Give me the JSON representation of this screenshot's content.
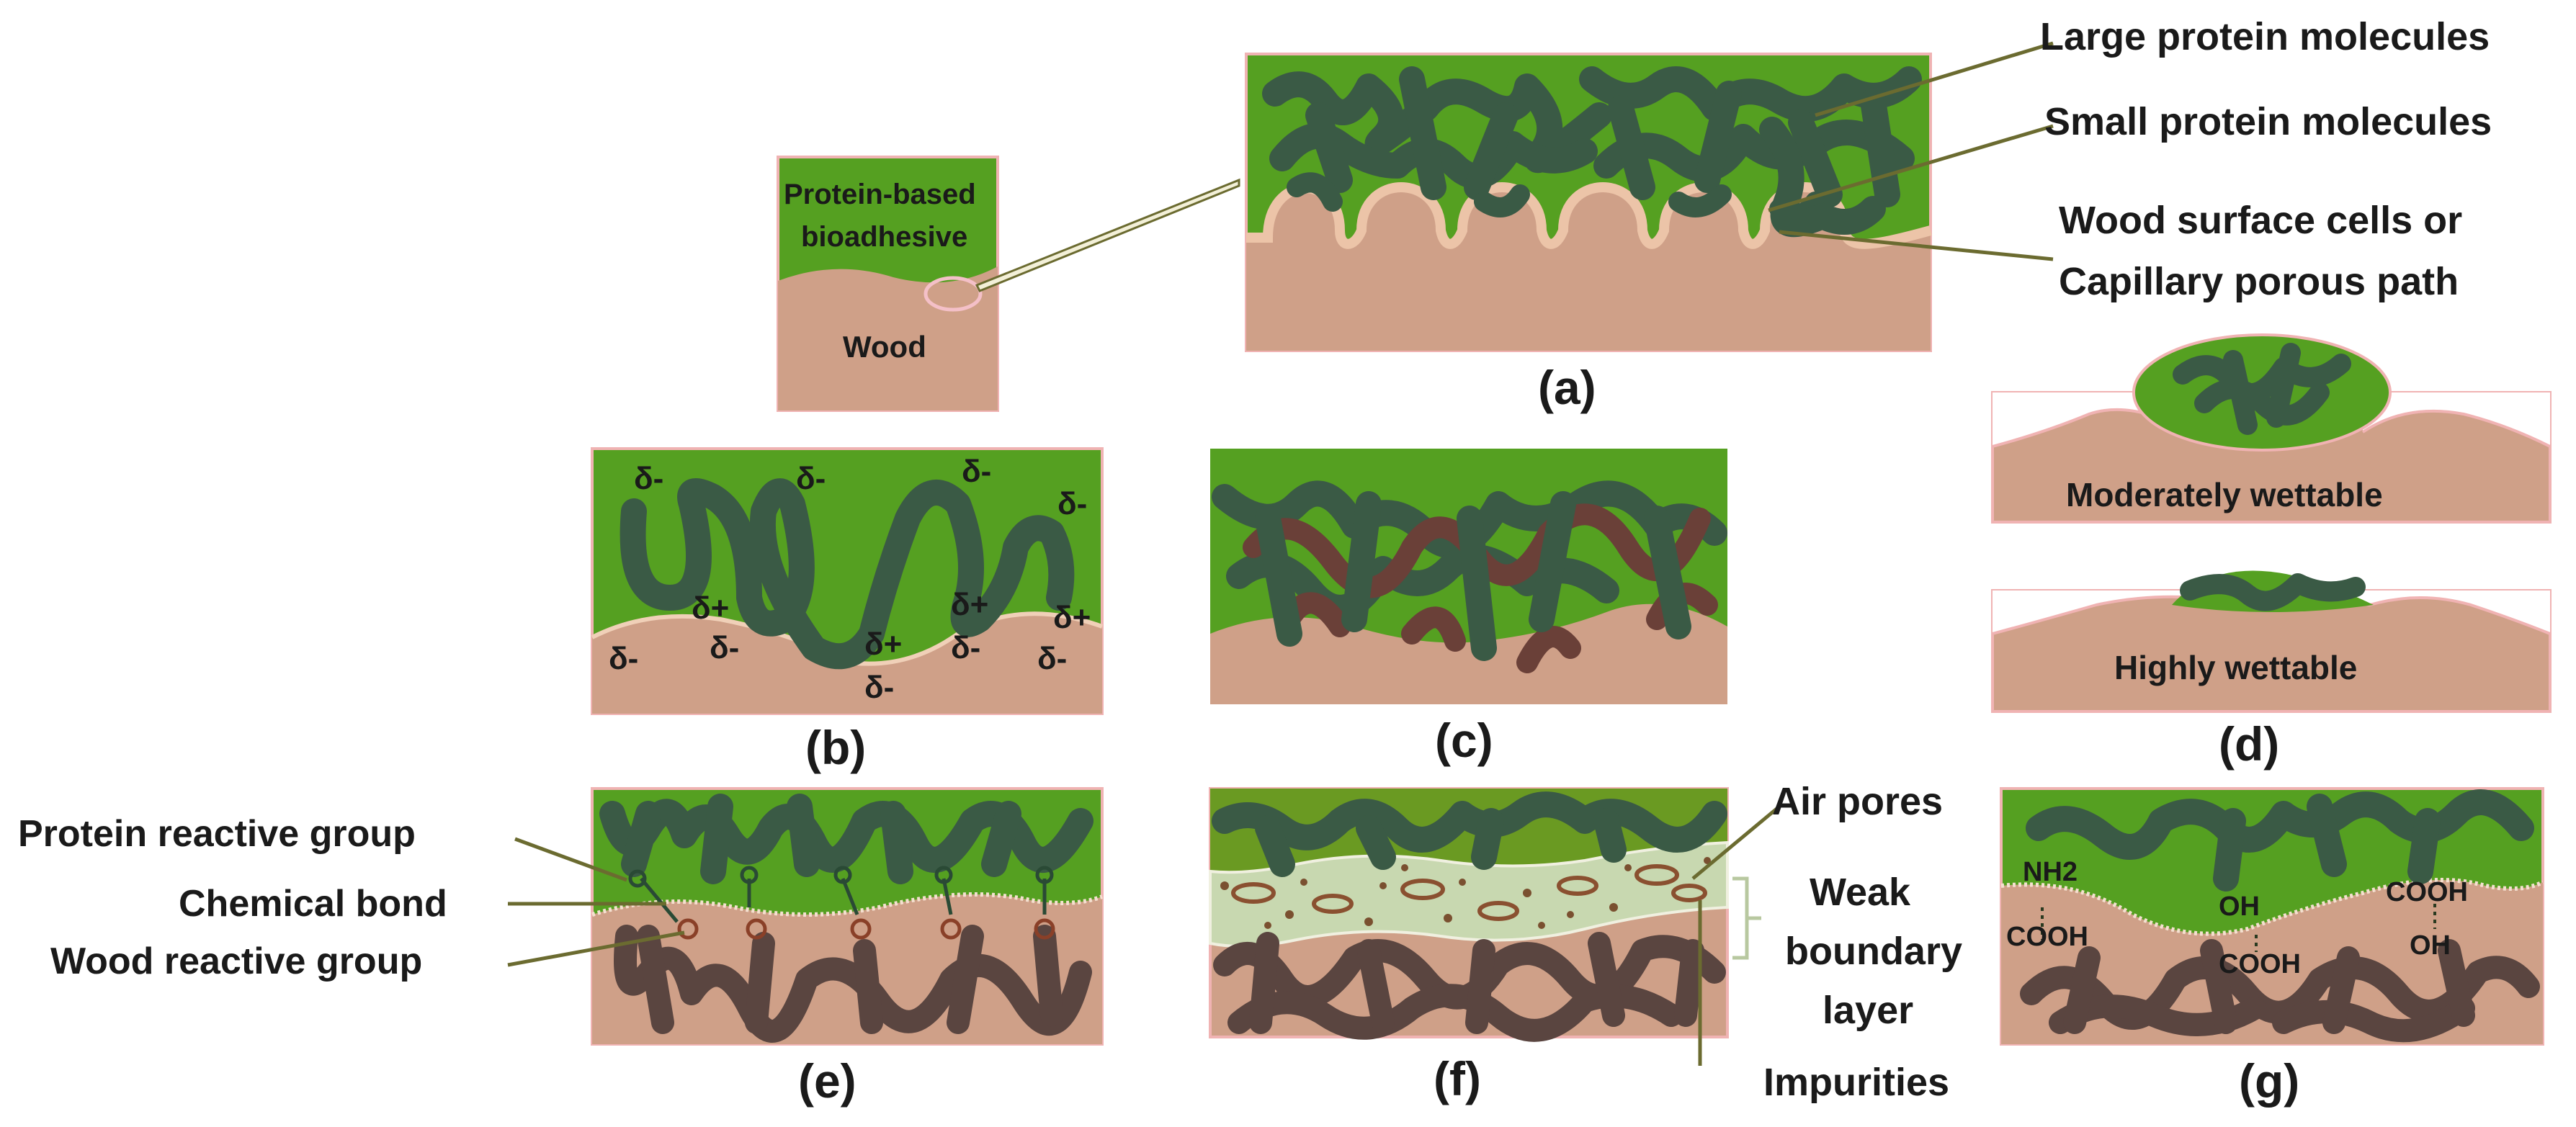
{
  "diagram": {
    "small_panel": {
      "adhesive_line1": "Protein-based",
      "adhesive_line2": "bioadhesive",
      "wood": "Wood"
    },
    "panel_a": {
      "caption": "(a)",
      "callouts": {
        "large": "Large protein molecules",
        "small": "Small protein molecules",
        "cells_line1": "Wood surface cells  or",
        "cells_line2": "Capillary porous path"
      }
    },
    "panel_b": {
      "caption": "(b)",
      "neg": "δ-",
      "pos": "δ+"
    },
    "panel_c": {
      "caption": "(c)"
    },
    "panel_d": {
      "caption": "(d)",
      "moderate": "Moderately wettable",
      "high": "Highly wettable"
    },
    "panel_e": {
      "caption": "(e)",
      "protein_group": "Protein reactive group",
      "chemical_bond": "Chemical bond",
      "wood_group": "Wood reactive group"
    },
    "panel_f": {
      "caption": "(f)",
      "air_pores": "Air pores",
      "wbl_line1": "Weak",
      "wbl_line2": "boundary",
      "wbl_line3": "layer",
      "impurities": "Impurities"
    },
    "panel_g": {
      "caption": "(g)",
      "nh2": "NH2",
      "cooh_left": "COOH",
      "oh_mid": "OH",
      "cooh_mid": "COOH",
      "cooh_right": "COOH",
      "oh_right": "OH"
    }
  },
  "colors": {
    "adhesive": "#55a021",
    "wood": "#cfa088",
    "border": "#f0b3b3",
    "protein": "#3a5a45",
    "wood_fiber": "#5a4540",
    "red_fiber": "#6a4038",
    "boundary": "#c8d8b0",
    "impurity": "#7a5030"
  }
}
